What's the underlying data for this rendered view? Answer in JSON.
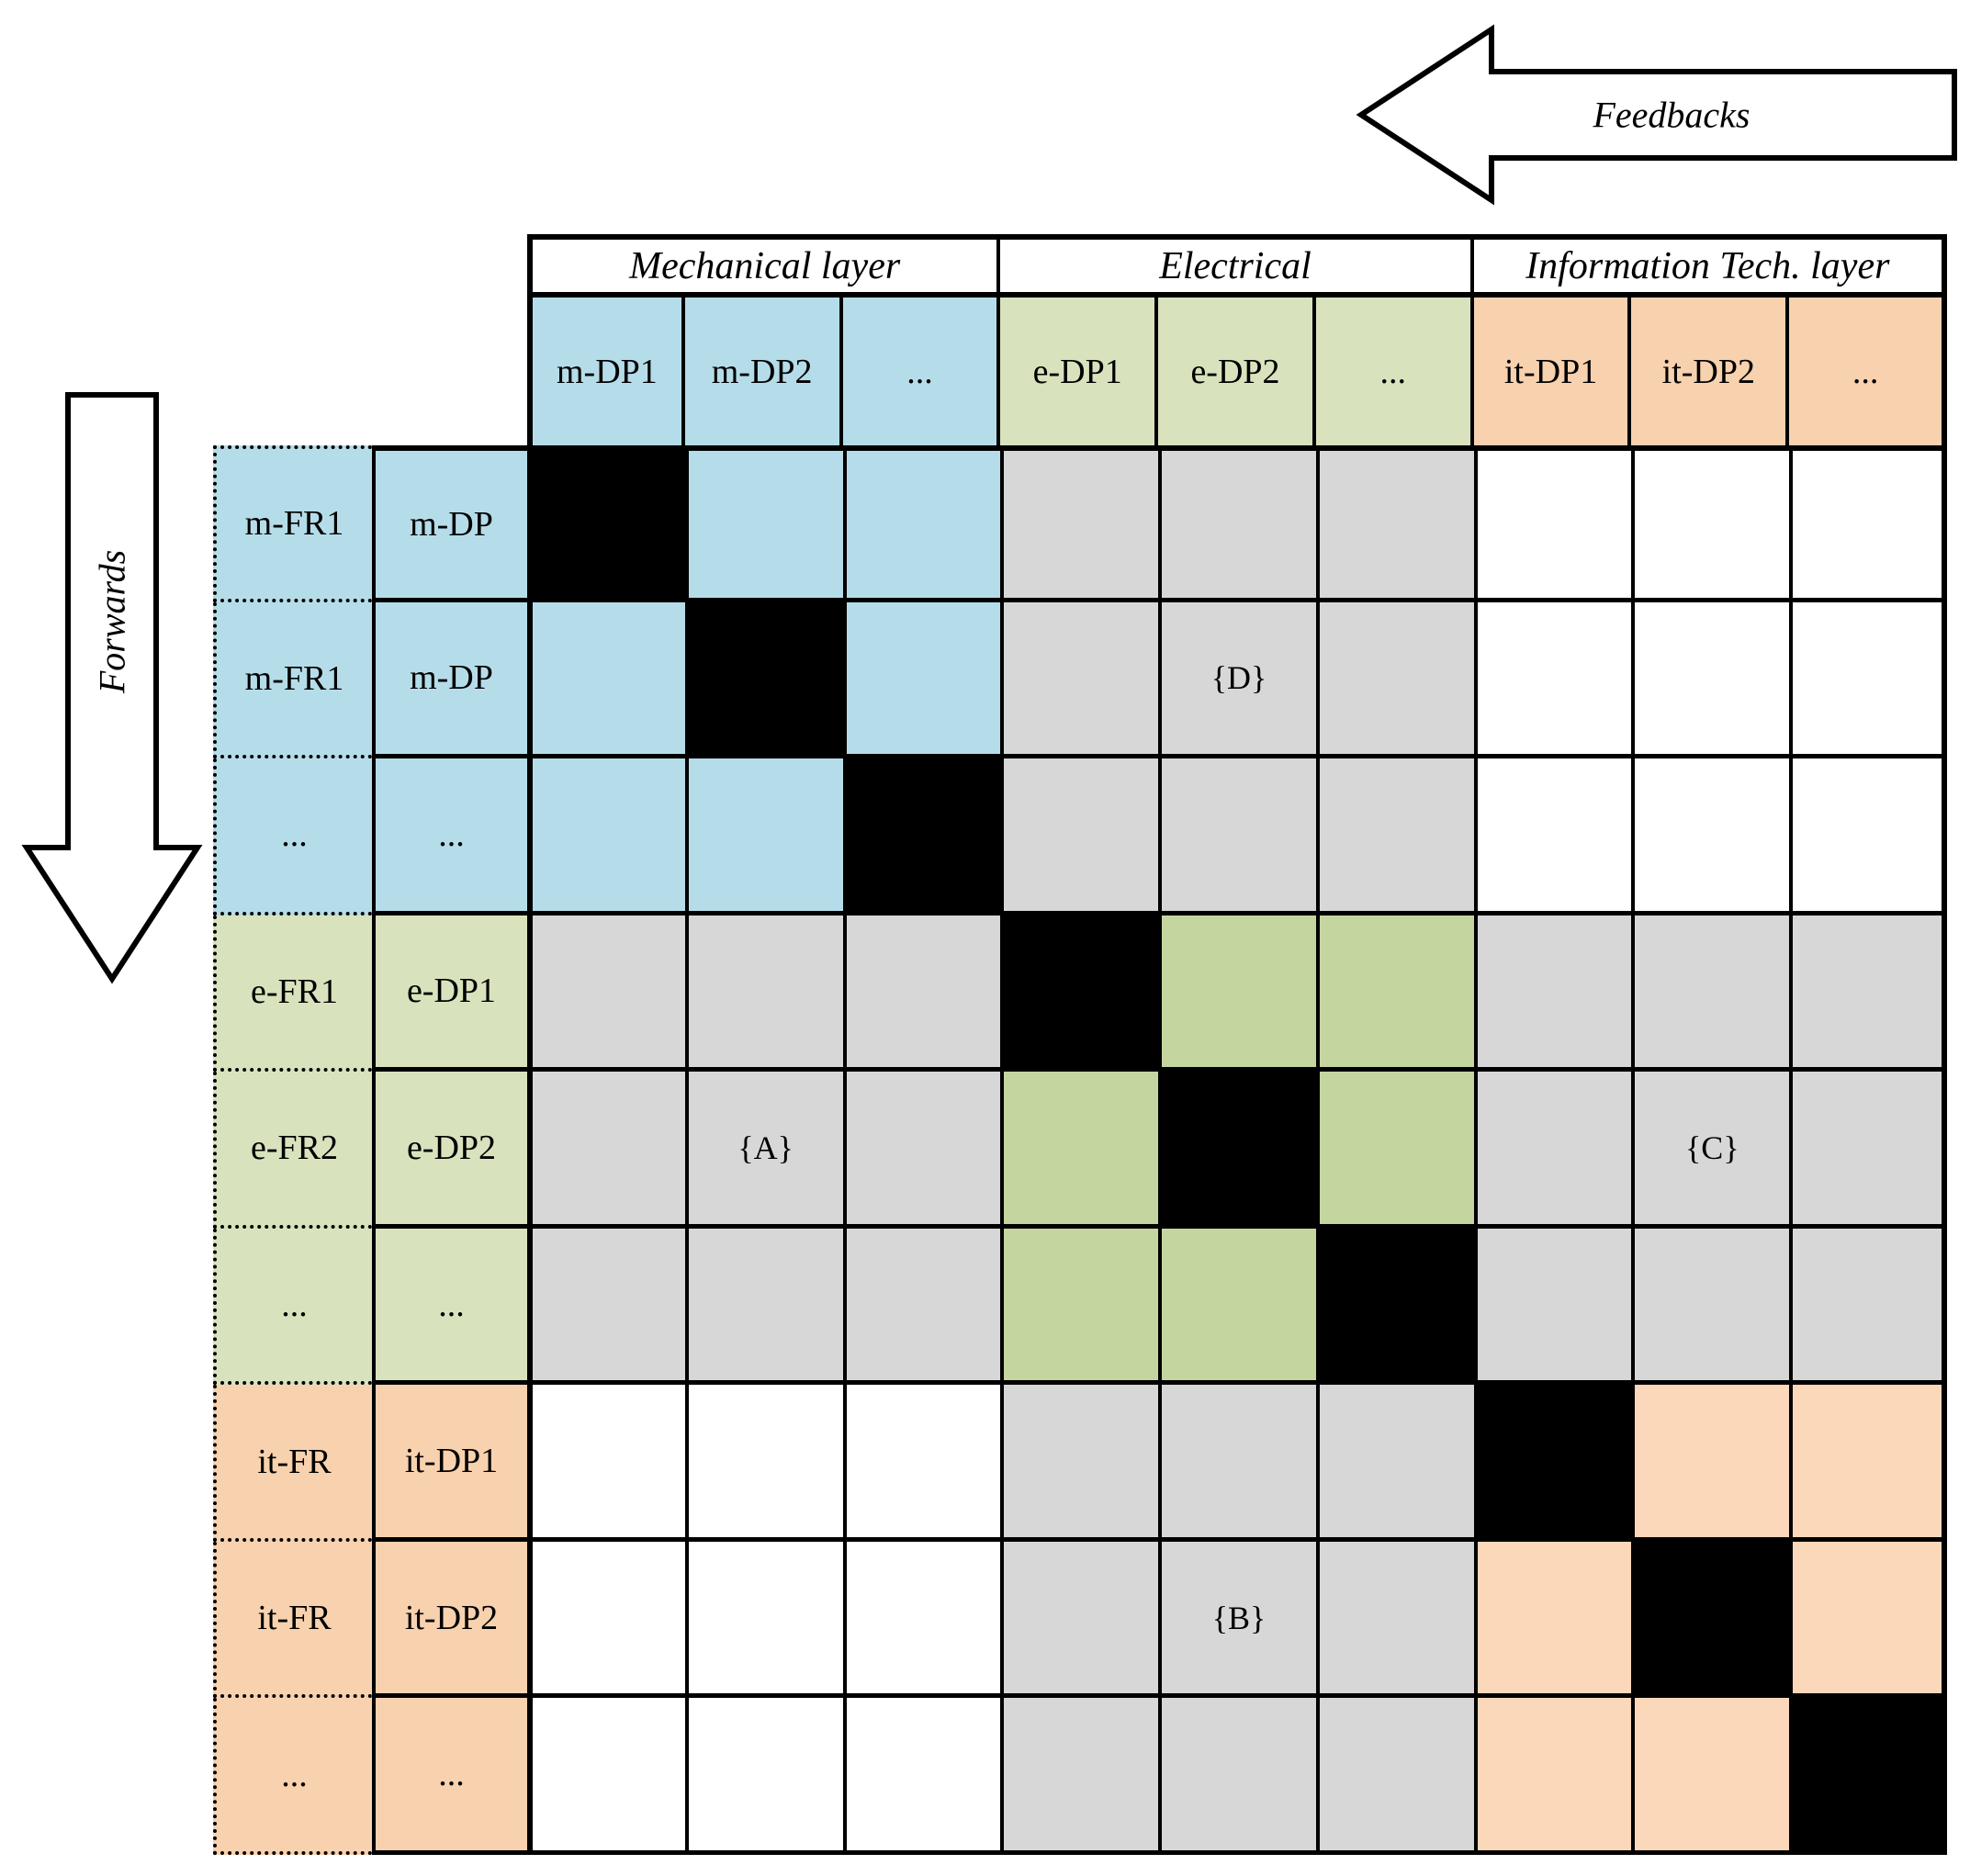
{
  "feedback_arrow": {
    "label": "Feedbacks"
  },
  "forward_arrow": {
    "label": "Forwards"
  },
  "layer_headers": [
    "Mechanical layer",
    "Electrical",
    "Information Tech. layer"
  ],
  "column_headers": [
    {
      "label": "m-DP1",
      "color": "blue"
    },
    {
      "label": "m-DP2",
      "color": "blue"
    },
    {
      "label": "...",
      "color": "blue"
    },
    {
      "label": "e-DP1",
      "color": "green"
    },
    {
      "label": "e-DP2",
      "color": "green"
    },
    {
      "label": "...",
      "color": "green"
    },
    {
      "label": "it-DP1",
      "color": "orange"
    },
    {
      "label": "it-DP2",
      "color": "orange"
    },
    {
      "label": "...",
      "color": "orange"
    }
  ],
  "row_headers": [
    {
      "fr": "m-FR1",
      "dp": "m-DP",
      "color": "blue"
    },
    {
      "fr": "m-FR1",
      "dp": "m-DP",
      "color": "blue"
    },
    {
      "fr": "...",
      "dp": "...",
      "color": "blue"
    },
    {
      "fr": "e-FR1",
      "dp": "e-DP1",
      "color": "green"
    },
    {
      "fr": "e-FR2",
      "dp": "e-DP2",
      "color": "green"
    },
    {
      "fr": "...",
      "dp": "...",
      "color": "green"
    },
    {
      "fr": "it-FR",
      "dp": "it-DP1",
      "color": "orange"
    },
    {
      "fr": "it-FR",
      "dp": "it-DP2",
      "color": "orange"
    },
    {
      "fr": "...",
      "dp": "...",
      "color": "orange"
    }
  ],
  "matrix": {
    "cells": [
      [
        "black",
        "blue",
        "blue",
        "gray",
        "gray",
        "gray",
        "white",
        "white",
        "white"
      ],
      [
        "blue",
        "black",
        "blue",
        "gray",
        {
          "color": "gray",
          "text": "{D}"
        },
        "gray",
        "white",
        "white",
        "white"
      ],
      [
        "blue",
        "blue",
        "black",
        "gray",
        "gray",
        "gray",
        "white",
        "white",
        "white"
      ],
      [
        "gray",
        "gray",
        "gray",
        "black",
        "green",
        "green",
        "gray",
        "gray",
        "gray"
      ],
      [
        "gray",
        {
          "color": "gray",
          "text": "{A}"
        },
        "gray",
        "green",
        "black",
        "green",
        "gray",
        {
          "color": "gray",
          "text": "{C}"
        },
        "gray"
      ],
      [
        "gray",
        "gray",
        "gray",
        "green",
        "green",
        "black",
        "gray",
        "gray",
        "gray"
      ],
      [
        "white",
        "white",
        "white",
        "gray",
        "gray",
        "gray",
        "black",
        "orange",
        "orange"
      ],
      [
        "white",
        "white",
        "white",
        "gray",
        {
          "color": "gray",
          "text": "{B}"
        },
        "gray",
        "orange",
        "black",
        "orange"
      ],
      [
        "white",
        "white",
        "white",
        "gray",
        "gray",
        "gray",
        "orange",
        "orange",
        "black"
      ]
    ]
  },
  "colors": {
    "blue": "#b5dde9",
    "green_label": "#d8e3bd",
    "green_body": "#c5d5a0",
    "orange_label": "#f8d1ae",
    "orange_body": "#fbd8ba",
    "gray": "#d7d7d7",
    "black": "#000000",
    "white": "#ffffff"
  }
}
